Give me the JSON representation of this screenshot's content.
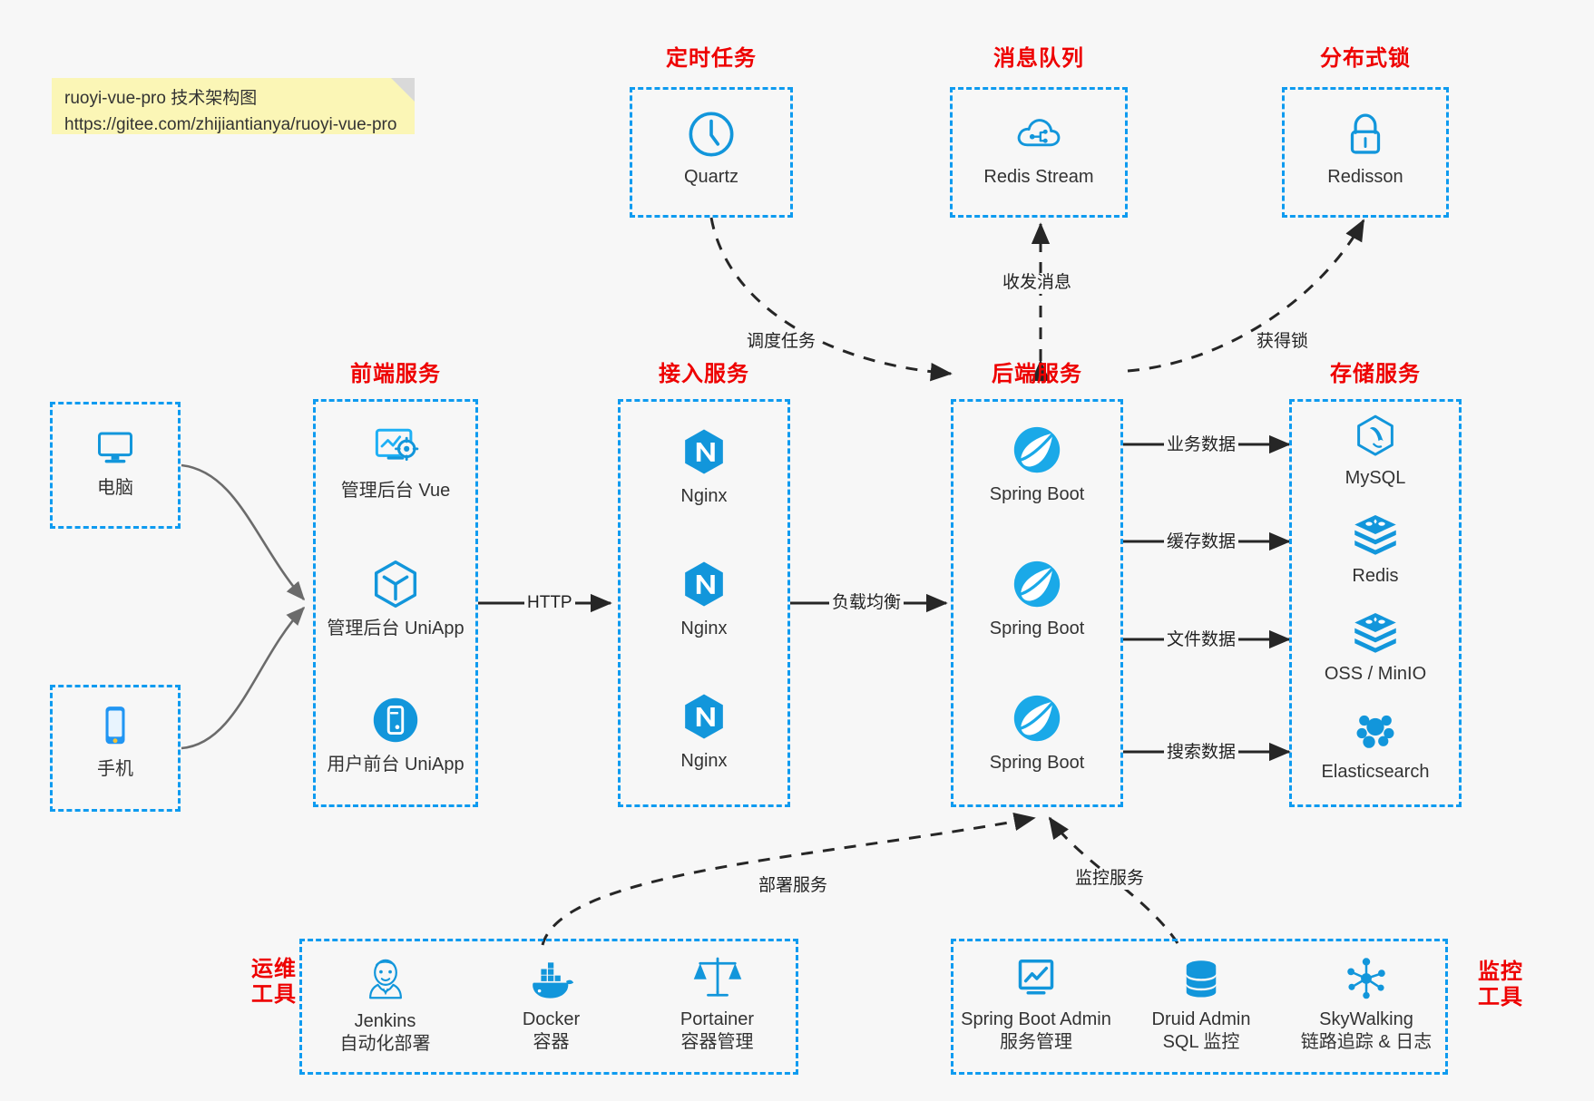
{
  "note": {
    "line1": "ruoyi-vue-pro 技术架构图",
    "line2": "https://gitee.com/zhijiantianya/ruoyi-vue-pro"
  },
  "groups": {
    "scheduler": {
      "title": "定时任务"
    },
    "mq": {
      "title": "消息队列"
    },
    "lock": {
      "title": "分布式锁"
    },
    "frontend": {
      "title": "前端服务"
    },
    "gateway": {
      "title": "接入服务"
    },
    "backend": {
      "title": "后端服务"
    },
    "storage": {
      "title": "存储服务"
    },
    "devops": {
      "title": "运维\n工具",
      "title_l1": "运维",
      "title_l2": "工具"
    },
    "monitor": {
      "title": "监控\n工具",
      "title_l1": "监控",
      "title_l2": "工具"
    }
  },
  "clients": [
    {
      "label": "电脑",
      "icon": "desktop-computer-icon"
    },
    {
      "label": "手机",
      "icon": "mobile-phone-icon"
    }
  ],
  "scheduler_nodes": [
    {
      "label": "Quartz",
      "icon": "clock-icon"
    }
  ],
  "mq_nodes": [
    {
      "label": "Redis Stream",
      "icon": "cloud-stream-icon"
    }
  ],
  "lock_nodes": [
    {
      "label": "Redisson",
      "icon": "padlock-icon"
    }
  ],
  "frontend_nodes": [
    {
      "label": "管理后台 Vue",
      "icon": "dashboard-settings-icon"
    },
    {
      "label": "管理后台 UniApp",
      "icon": "cube-icon"
    },
    {
      "label": "用户前台 UniApp",
      "icon": "mobile-app-icon"
    }
  ],
  "gateway_nodes": [
    {
      "label": "Nginx",
      "icon": "nginx-icon"
    },
    {
      "label": "Nginx",
      "icon": "nginx-icon"
    },
    {
      "label": "Nginx",
      "icon": "nginx-icon"
    }
  ],
  "backend_nodes": [
    {
      "label": "Spring Boot",
      "icon": "spring-boot-icon"
    },
    {
      "label": "Spring Boot",
      "icon": "spring-boot-icon"
    },
    {
      "label": "Spring Boot",
      "icon": "spring-boot-icon"
    }
  ],
  "storage_nodes": [
    {
      "label": "MySQL",
      "icon": "mysql-dolphin-icon"
    },
    {
      "label": "Redis",
      "icon": "redis-stack-icon"
    },
    {
      "label": "OSS / MinIO",
      "icon": "object-storage-icon"
    },
    {
      "label": "Elasticsearch",
      "icon": "elasticsearch-icon"
    }
  ],
  "devops_nodes": [
    {
      "label": "Jenkins",
      "sub": "自动化部署",
      "icon": "jenkins-butler-icon"
    },
    {
      "label": "Docker",
      "sub": "容器",
      "icon": "docker-whale-icon"
    },
    {
      "label": "Portainer",
      "sub": "容器管理",
      "icon": "scales-balance-icon"
    }
  ],
  "monitor_nodes": [
    {
      "label": "Spring Boot Admin",
      "sub": "服务管理",
      "icon": "monitor-chart-icon"
    },
    {
      "label": "Druid Admin",
      "sub": "SQL 监控",
      "icon": "database-cylinder-icon"
    },
    {
      "label": "SkyWalking",
      "sub": "链路追踪 & 日志",
      "icon": "skywalking-node-icon"
    }
  ],
  "edges": [
    {
      "id": "http",
      "label": "HTTP"
    },
    {
      "id": "lb",
      "label": "负载均衡"
    },
    {
      "id": "schedule",
      "label": "调度任务"
    },
    {
      "id": "mq",
      "label": "收发消息"
    },
    {
      "id": "lock",
      "label": "获得锁"
    },
    {
      "id": "biz",
      "label": "业务数据"
    },
    {
      "id": "cache",
      "label": "缓存数据"
    },
    {
      "id": "file",
      "label": "文件数据"
    },
    {
      "id": "search",
      "label": "搜索数据"
    },
    {
      "id": "deploy",
      "label": "部署服务"
    },
    {
      "id": "observe",
      "label": "监控服务"
    }
  ],
  "colors": {
    "accent_blue": "#0e9bf0",
    "icon_blue": "#1296db",
    "title_red": "#ee0000",
    "background": "#f7f7f7",
    "note_yellow": "#fbf6b6",
    "line_black": "#262626"
  }
}
